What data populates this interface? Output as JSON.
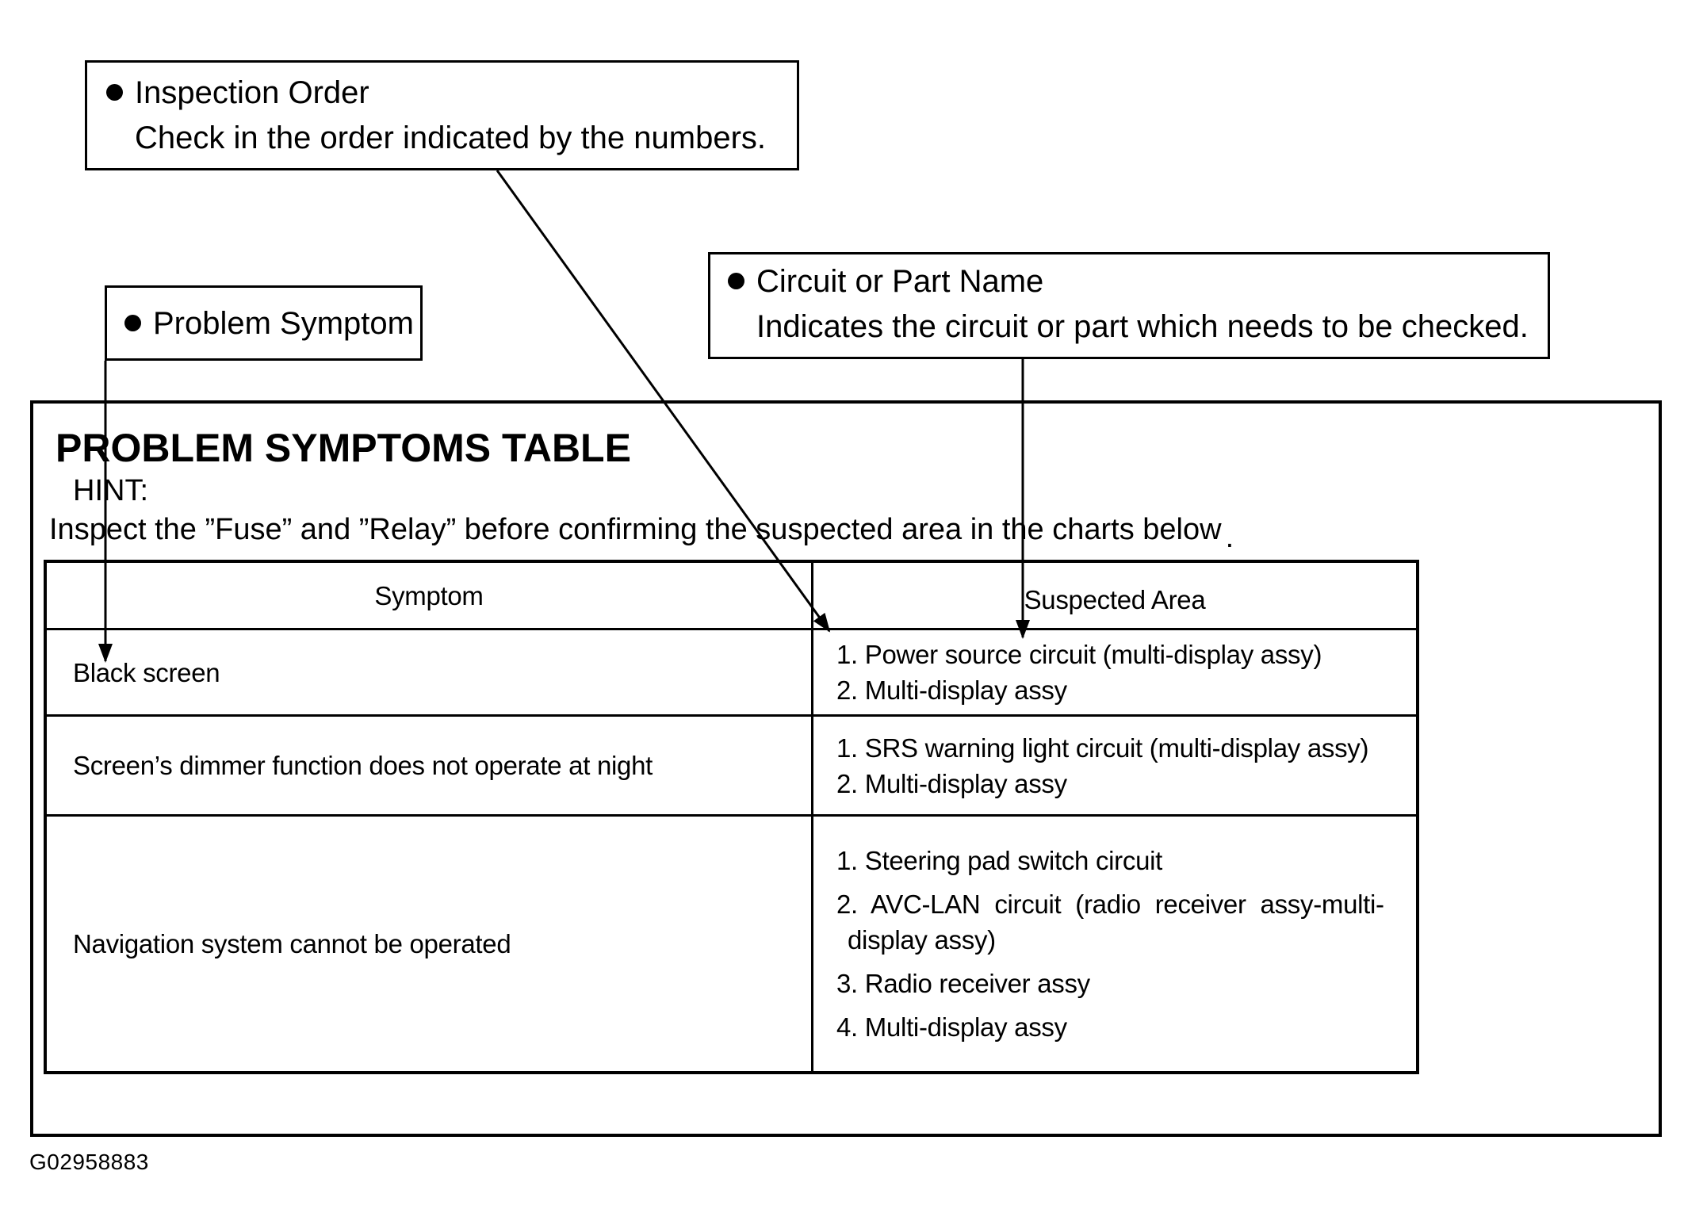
{
  "callouts": {
    "inspection_order": {
      "title": "Inspection Order",
      "description": "Check in the order indicated by the numbers."
    },
    "problem_symptom": {
      "title": "Problem Symptom"
    },
    "circuit_or_part_name": {
      "title": "Circuit or Part Name",
      "description": "Indicates the circuit or part which needs to be checked."
    }
  },
  "panel": {
    "title": "PROBLEM SYMPTOMS TABLE",
    "hint_label": "HINT:",
    "hint_text": "Inspect the ”Fuse” and ”Relay” before confirming the suspected area in the charts below",
    "hint_period": "."
  },
  "table": {
    "headers": {
      "symptom": "Symptom",
      "suspected_area": "Suspected Area"
    },
    "rows": [
      {
        "symptom": "Black screen",
        "suspected": [
          "1. Power source circuit (multi-display assy)",
          "2. Multi-display assy"
        ]
      },
      {
        "symptom": "Screen’s dimmer function does not operate at night",
        "suspected": [
          "1. SRS warning light circuit (multi-display assy)",
          "2. Multi-display assy"
        ]
      },
      {
        "symptom": "Navigation system cannot be operated",
        "suspected": [
          "1. Steering pad switch circuit",
          "2. AVC-LAN circuit (radio receiver assy-multi-",
          "display assy)",
          "3. Radio receiver assy",
          "4. Multi-display assy"
        ]
      }
    ]
  },
  "figure_id": "G02958883",
  "colors": {
    "ink": "#000000",
    "paper": "#ffffff"
  }
}
